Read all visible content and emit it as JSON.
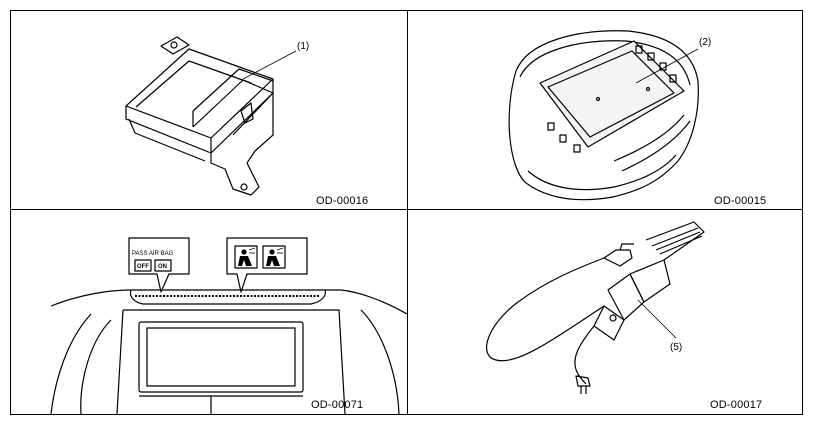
{
  "panels": [
    {
      "code": "OD-00016",
      "callout": "(1)"
    },
    {
      "code": "OD-00015",
      "callout": "(2)"
    },
    {
      "code": "OD-00071",
      "indicator_label": "PASS AIR BAG",
      "indicator_off": "OFF",
      "indicator_on": "ON"
    },
    {
      "code": "OD-00017",
      "callout": "(5)"
    }
  ]
}
